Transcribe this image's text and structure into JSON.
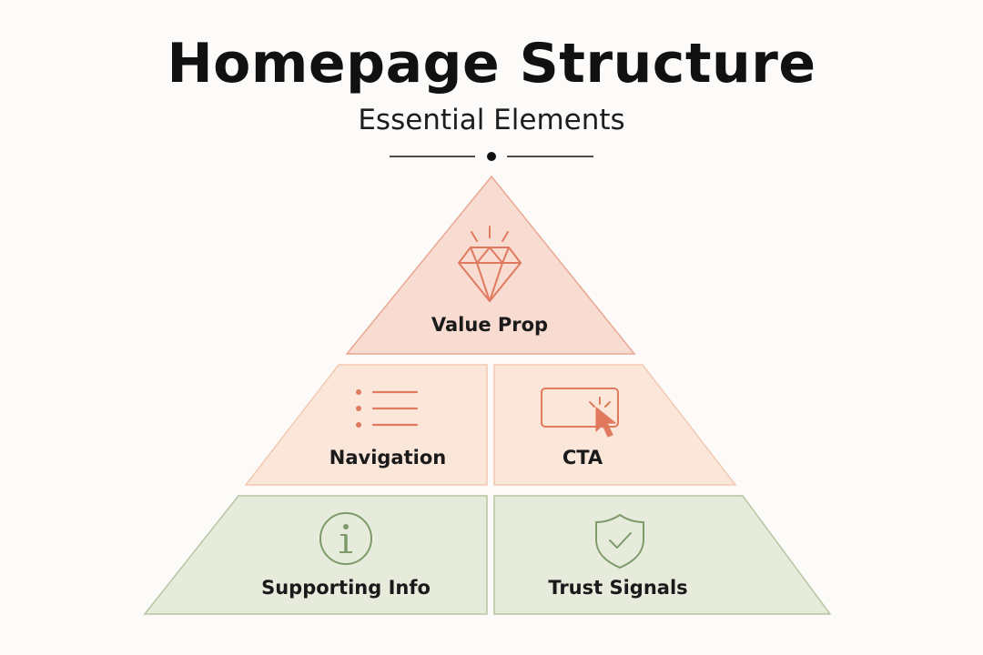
{
  "header": {
    "title": "Homepage Structure",
    "subtitle": "Essential Elements"
  },
  "pyramid": {
    "tiers": [
      {
        "level": "top",
        "segments": [
          {
            "label": "Value Prop",
            "icon": "diamond-icon",
            "fill": "#f8dcd2",
            "stroke": "#e9a890",
            "icon_color": "#e07a5f"
          }
        ]
      },
      {
        "level": "middle",
        "segments": [
          {
            "label": "Navigation",
            "icon": "list-icon",
            "fill": "#fbe6da",
            "stroke": "#f3c9b0",
            "icon_color": "#e07a5f"
          },
          {
            "label": "CTA",
            "icon": "click-button-icon",
            "fill": "#fbe6da",
            "stroke": "#f3c9b0",
            "icon_color": "#e07a5f"
          }
        ]
      },
      {
        "level": "bottom",
        "segments": [
          {
            "label": "Supporting Info",
            "icon": "info-icon",
            "fill": "#e6ebdc",
            "stroke": "#b6c5a2",
            "icon_color": "#7e9a6a"
          },
          {
            "label": "Trust Signals",
            "icon": "shield-check-icon",
            "fill": "#e6ebdc",
            "stroke": "#b6c5a2",
            "icon_color": "#7e9a6a"
          }
        ]
      }
    ]
  },
  "colors": {
    "background": "#fcfbf9",
    "title_text": "#111111",
    "divider": "#111111"
  }
}
